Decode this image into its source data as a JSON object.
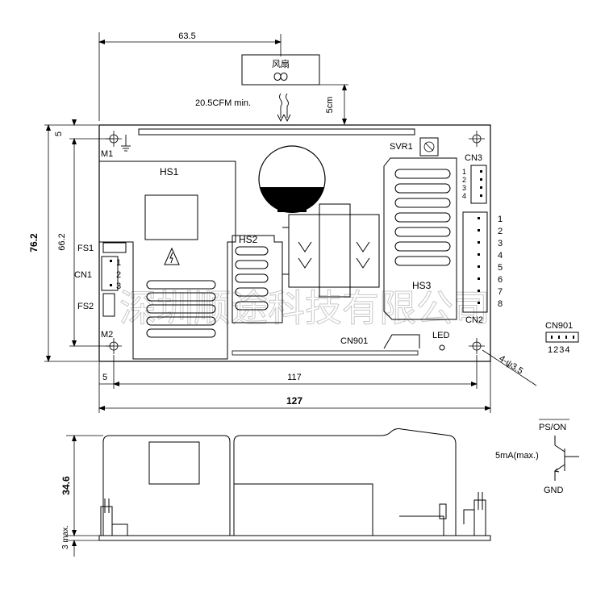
{
  "top_view": {
    "dim_fan_offset": "63.5",
    "fan_label": "风扇",
    "airflow": "20.5CFM min.",
    "dim_fan_gap": "5cm",
    "dim_top_margin": "5",
    "dim_height_total": "76.2",
    "dim_height_holes": "66.2",
    "dim_left_margin": "5",
    "dim_hole_span": "117",
    "dim_width_total": "127",
    "hole_spec": "4-ψ3.5",
    "labels": {
      "m1": "M1",
      "m2": "M2",
      "hs1": "HS1",
      "hs2": "HS2",
      "hs3": "HS3",
      "fs1": "FS1",
      "fs2": "FS2",
      "cn1": "CN1",
      "cn2": "CN2",
      "cn3": "CN3",
      "cn901": "CN901",
      "svr1": "SVR1",
      "led": "LED"
    },
    "cn1_pins": [
      "1",
      "2",
      "3"
    ],
    "cn3_pins": [
      "1",
      "2",
      "3",
      "4"
    ],
    "cn2_pins": [
      "1",
      "2",
      "3",
      "4",
      "5",
      "6",
      "7",
      "8"
    ]
  },
  "watermark": "深圳顺途科技有限公司",
  "cn901_detail": {
    "title": "CN901",
    "pins": "1234"
  },
  "ps_on_detail": {
    "signal": "PS/ON",
    "current": "5mA(max.)",
    "ground": "GND"
  },
  "side_view": {
    "dim_height": "34.6",
    "dim_leads": "3 max."
  }
}
